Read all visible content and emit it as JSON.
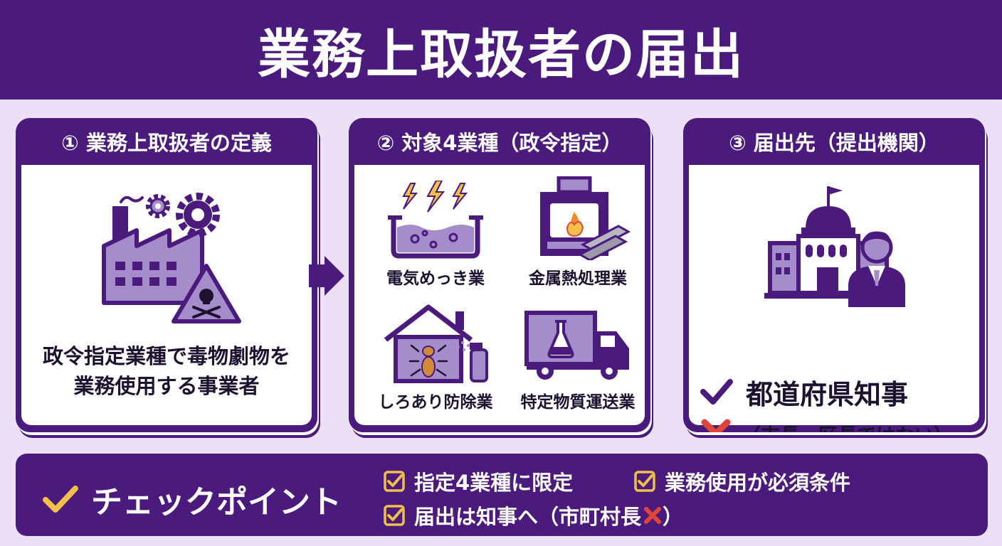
{
  "title": "業務上取扱者の届出",
  "cards": [
    {
      "heading": "① 業務上取扱者の定義",
      "text": [
        "政令指定業種で毒物劇物を",
        "業務使用する事業者"
      ]
    },
    {
      "heading": "② 対象4業種（政令指定）",
      "businesses": [
        "電気めっき業",
        "金属熱処理業",
        "しろあり防除業",
        "特定物質運送業"
      ]
    },
    {
      "heading": "③ 届出先（提出機関）",
      "correct": "都道府県知事",
      "incorrect": "（市長・区長ではない）"
    }
  ],
  "checkpoint": {
    "title": "チェックポイント",
    "items": [
      "指定4業種に限定",
      "業務使用が必須条件",
      "届出は知事へ（市町村長"
    ]
  },
  "colors": {
    "primary": "#4a1a7c",
    "background": "#ebe0f6",
    "accent": "#f0c04a",
    "ng": "#e0453a",
    "icon_fill": "#a58dcc"
  }
}
